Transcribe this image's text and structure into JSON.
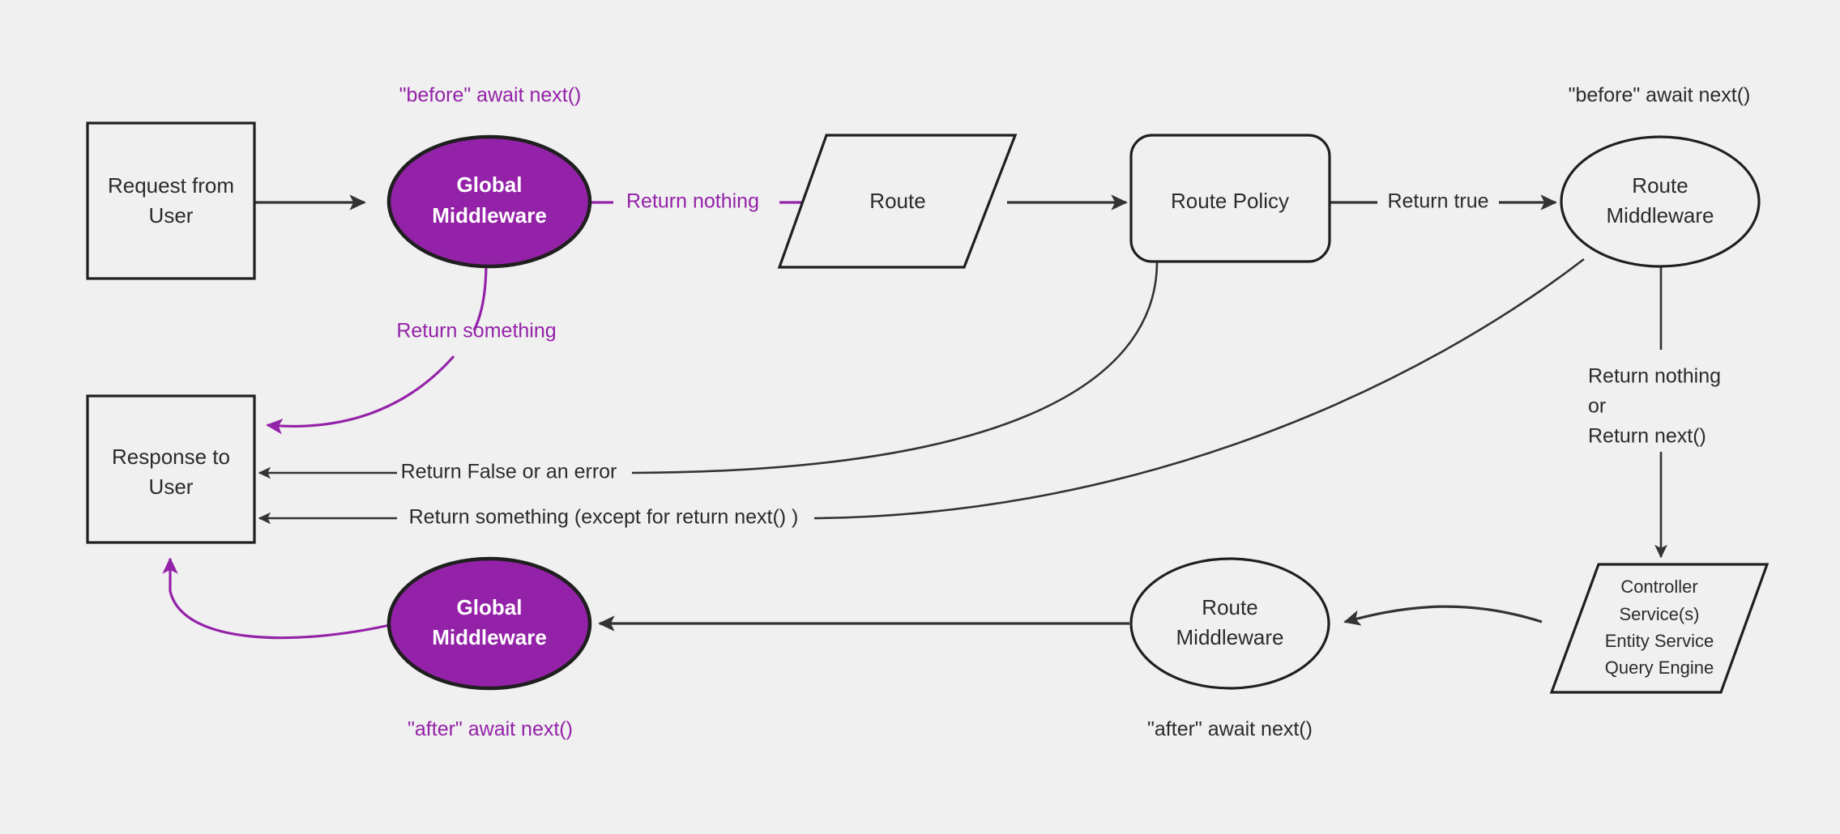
{
  "diagram": {
    "title": "Strapi middleware request lifecycle flow",
    "background_color": "#f0f0f0",
    "accent_color": "#9422a8",
    "line_color": "#333333",
    "nodes": {
      "request_from_user": {
        "line1": "Request from",
        "line2": "User",
        "shape": "rectangle"
      },
      "global_middleware_before": {
        "line1": "Global",
        "line2": "Middleware",
        "shape": "ellipse",
        "fill": "#9422a8"
      },
      "route": {
        "line1": "Route",
        "shape": "parallelogram"
      },
      "route_policy": {
        "line1": "Route Policy",
        "shape": "rounded-rectangle"
      },
      "route_middleware_before": {
        "line1": "Route",
        "line2": "Middleware",
        "shape": "ellipse"
      },
      "controller": {
        "line1": "Controller",
        "line2": "Service(s)",
        "line3": "Entity Service",
        "line4": "Query Engine",
        "shape": "parallelogram"
      },
      "route_middleware_after": {
        "line1": "Route",
        "line2": "Middleware",
        "shape": "ellipse"
      },
      "global_middleware_after": {
        "line1": "Global",
        "line2": "Middleware",
        "shape": "ellipse",
        "fill": "#9422a8"
      },
      "response_to_user": {
        "line1": "Response to",
        "line2": "User",
        "shape": "rectangle"
      }
    },
    "annotations": {
      "global_before_await": "\"before\" await next()",
      "route_mw_before_await": "\"before\" await next()",
      "global_after_await": "\"after\" await next()",
      "route_mw_after_await": "\"after\" await next()"
    },
    "edge_labels": {
      "return_nothing": "Return nothing",
      "return_something": "Return something",
      "return_true": "Return true",
      "return_false_or_error": "Return False or an error",
      "return_something_except": "Return something (except for return next() )",
      "return_nothing_or_next_l1": "Return nothing",
      "return_nothing_or_next_l2": "or",
      "return_nothing_or_next_l3": "Return next()"
    }
  }
}
